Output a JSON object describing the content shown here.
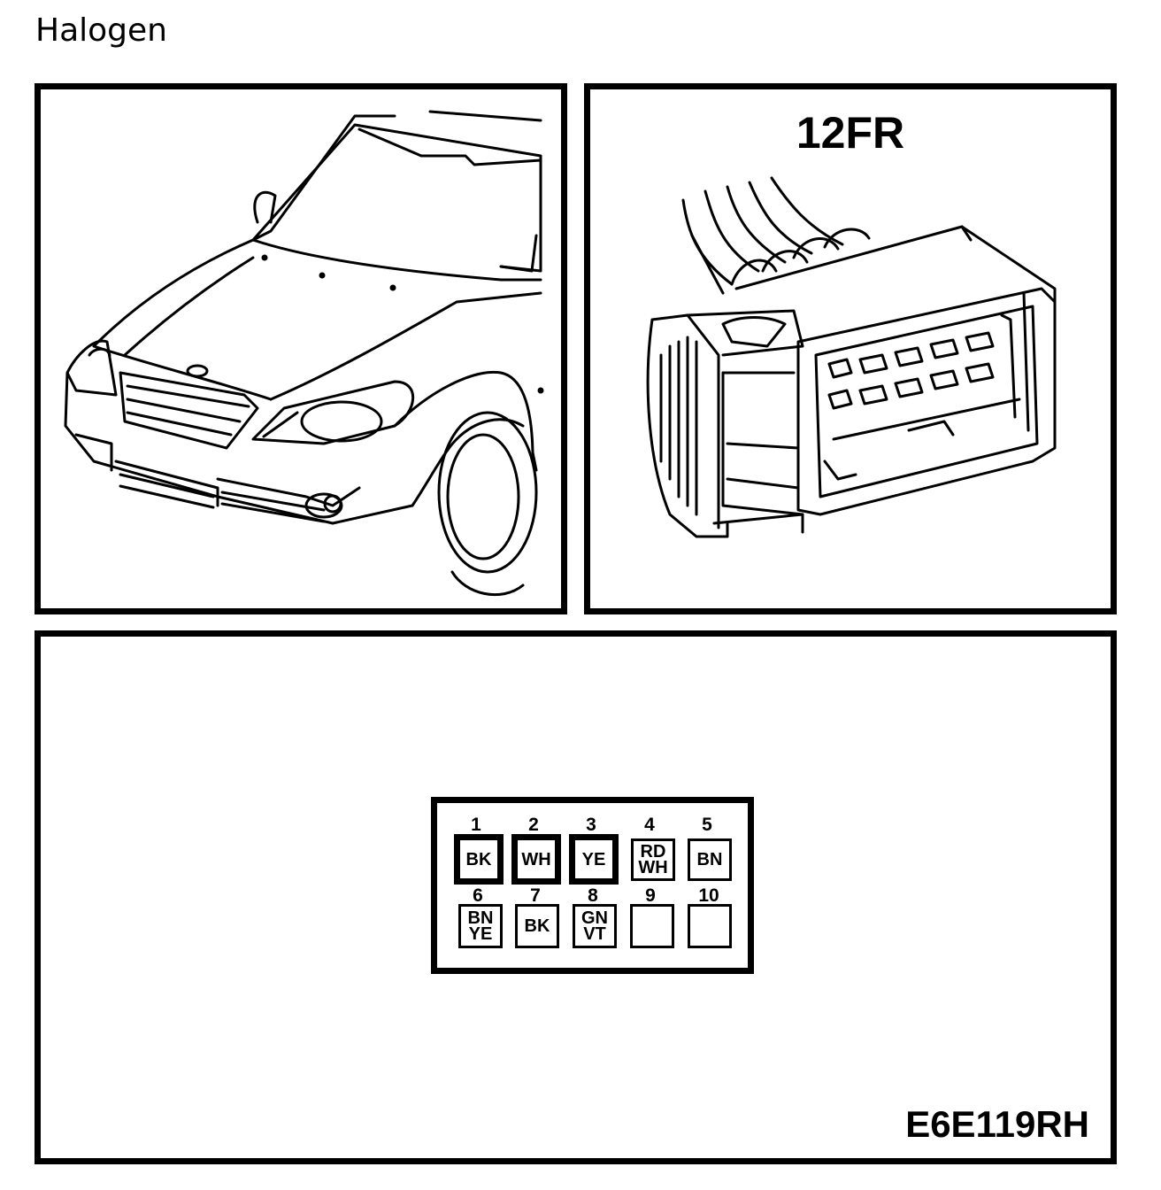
{
  "title": "Halogen",
  "connector": {
    "name": "12FR"
  },
  "diagram_code": "E6E119RH",
  "pins": [
    {
      "num": "1",
      "wire": "BK",
      "line2": "",
      "highlight": true
    },
    {
      "num": "2",
      "wire": "WH",
      "line2": "",
      "highlight": true
    },
    {
      "num": "3",
      "wire": "YE",
      "line2": "",
      "highlight": true
    },
    {
      "num": "4",
      "wire": "RD",
      "line2": "WH",
      "highlight": false
    },
    {
      "num": "5",
      "wire": "BN",
      "line2": "",
      "highlight": false
    },
    {
      "num": "6",
      "wire": "BN",
      "line2": "YE",
      "highlight": false
    },
    {
      "num": "7",
      "wire": "BK",
      "line2": "",
      "highlight": false
    },
    {
      "num": "8",
      "wire": "GN",
      "line2": "VT",
      "highlight": false
    },
    {
      "num": "9",
      "wire": "",
      "line2": "",
      "highlight": false
    },
    {
      "num": "10",
      "wire": "",
      "line2": "",
      "highlight": false
    }
  ]
}
